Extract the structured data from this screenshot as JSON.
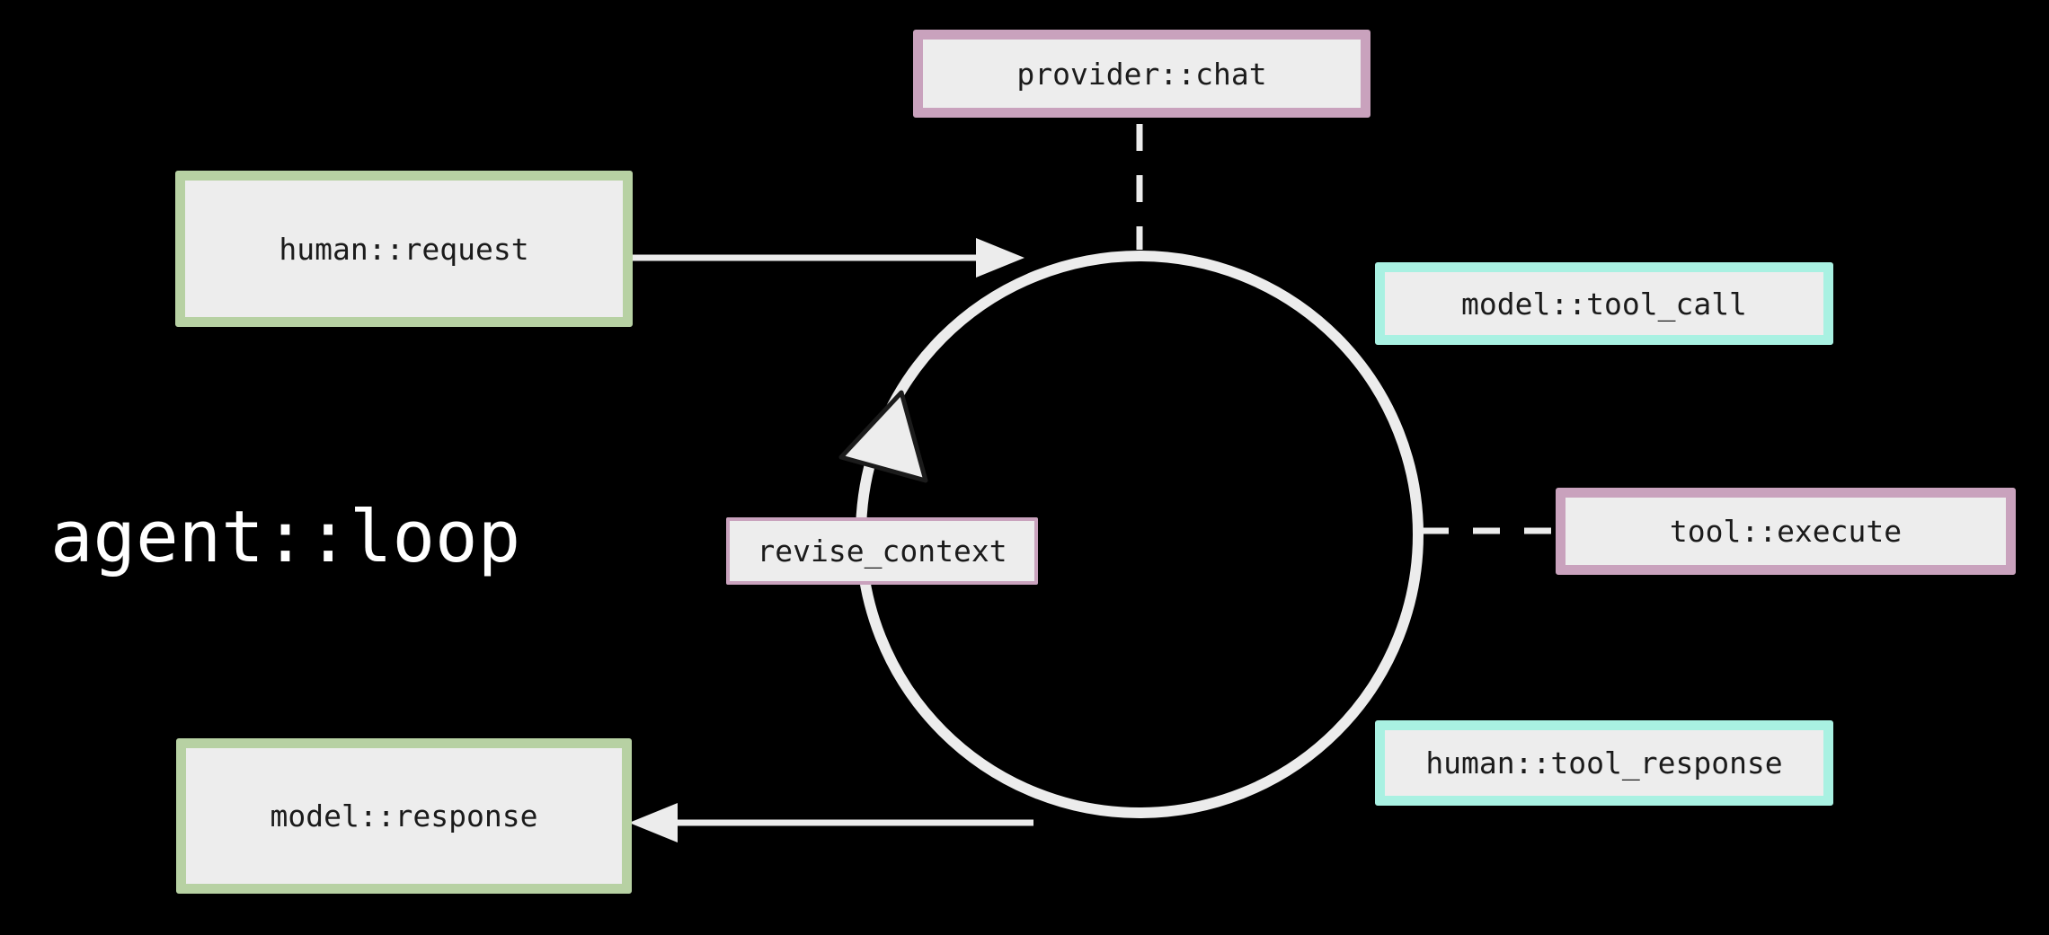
{
  "diagram": {
    "title": "agent::loop",
    "nodes": {
      "provider_chat": {
        "label": "provider::chat",
        "accent": "pink"
      },
      "human_request": {
        "label": "human::request",
        "accent": "green"
      },
      "model_tool_call": {
        "label": "model::tool_call",
        "accent": "cyan"
      },
      "tool_execute": {
        "label": "tool::execute",
        "accent": "pink"
      },
      "human_tool_response": {
        "label": "human::tool_response",
        "accent": "cyan"
      },
      "model_response": {
        "label": "model::response",
        "accent": "green"
      },
      "revise_context": {
        "label": "revise_context",
        "accent": "pink"
      }
    },
    "connectors": [
      {
        "from": "human_request",
        "to": "loop-circle",
        "style": "solid-arrow"
      },
      {
        "from": "loop-circle",
        "to": "model_response",
        "style": "solid-arrow"
      },
      {
        "from": "provider_chat",
        "to": "loop-circle",
        "style": "dashed"
      },
      {
        "from": "loop-circle",
        "to": "tool_execute",
        "style": "dashed"
      },
      {
        "on": "loop-circle",
        "style": "clockwise-arrowhead"
      }
    ],
    "colors": {
      "background": "#000000",
      "node_fill": "#ededed",
      "node_text": "#1b1b1b",
      "green_border": "#b7d1a3",
      "pink_border": "#c9a2bd",
      "cyan_border": "#a9f1e2",
      "line": "#ececec",
      "arrowhead_outline": "#1b1b1b",
      "title_text": "#ffffff"
    }
  }
}
